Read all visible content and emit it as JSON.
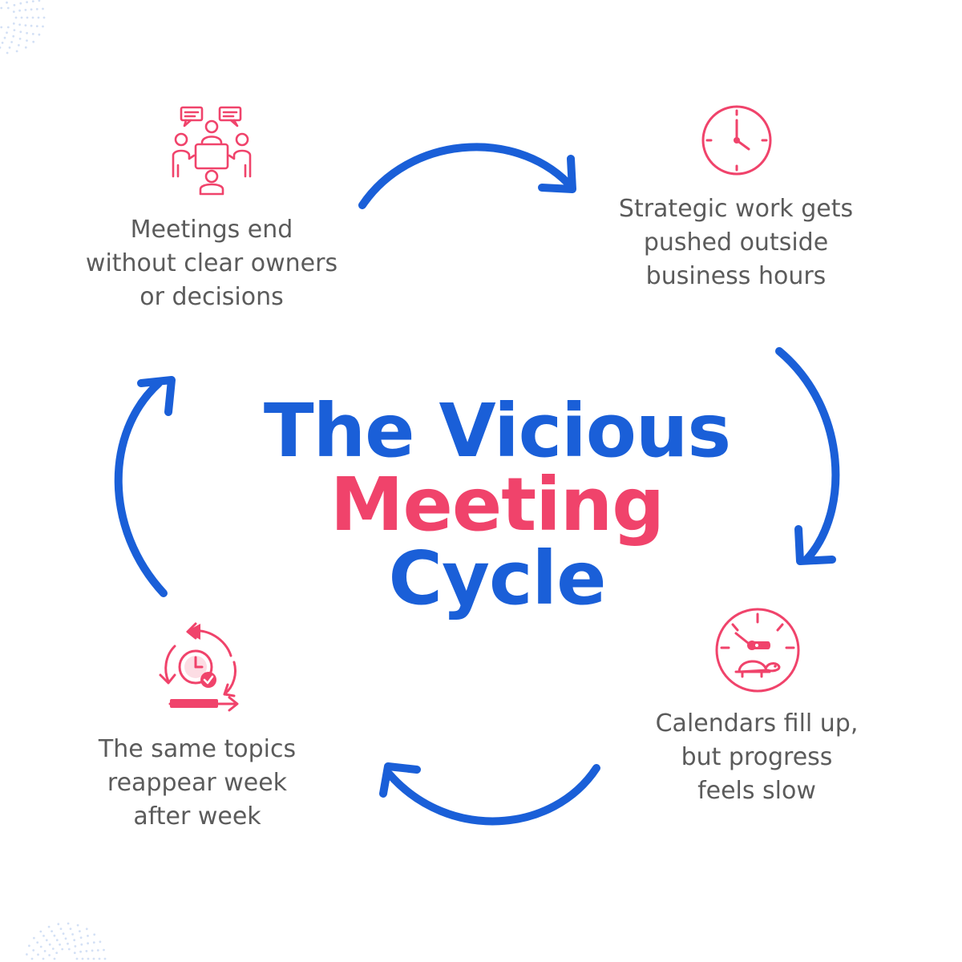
{
  "colors": {
    "primary_blue": "#1a5fd8",
    "accent_pink": "#f0436b",
    "caption_gray": "#5b5b5b",
    "background": "#ffffff",
    "decor_dots": "#c9d9f3"
  },
  "title": {
    "line1": "The Vicious",
    "line2": "Meeting",
    "line3": "Cycle"
  },
  "steps": [
    {
      "icon": "meeting-people-icon",
      "caption": "Meetings end\nwithout clear owners\nor decisions"
    },
    {
      "icon": "clock-icon",
      "caption": "Strategic work gets\npushed outside\nbusiness hours"
    },
    {
      "icon": "speedometer-turtle-icon",
      "caption": "Calendars fill up,\nbut progress\nfeels slow"
    },
    {
      "icon": "recurring-clock-icon",
      "caption": "The same topics\nreappear week\nafter week"
    }
  ]
}
